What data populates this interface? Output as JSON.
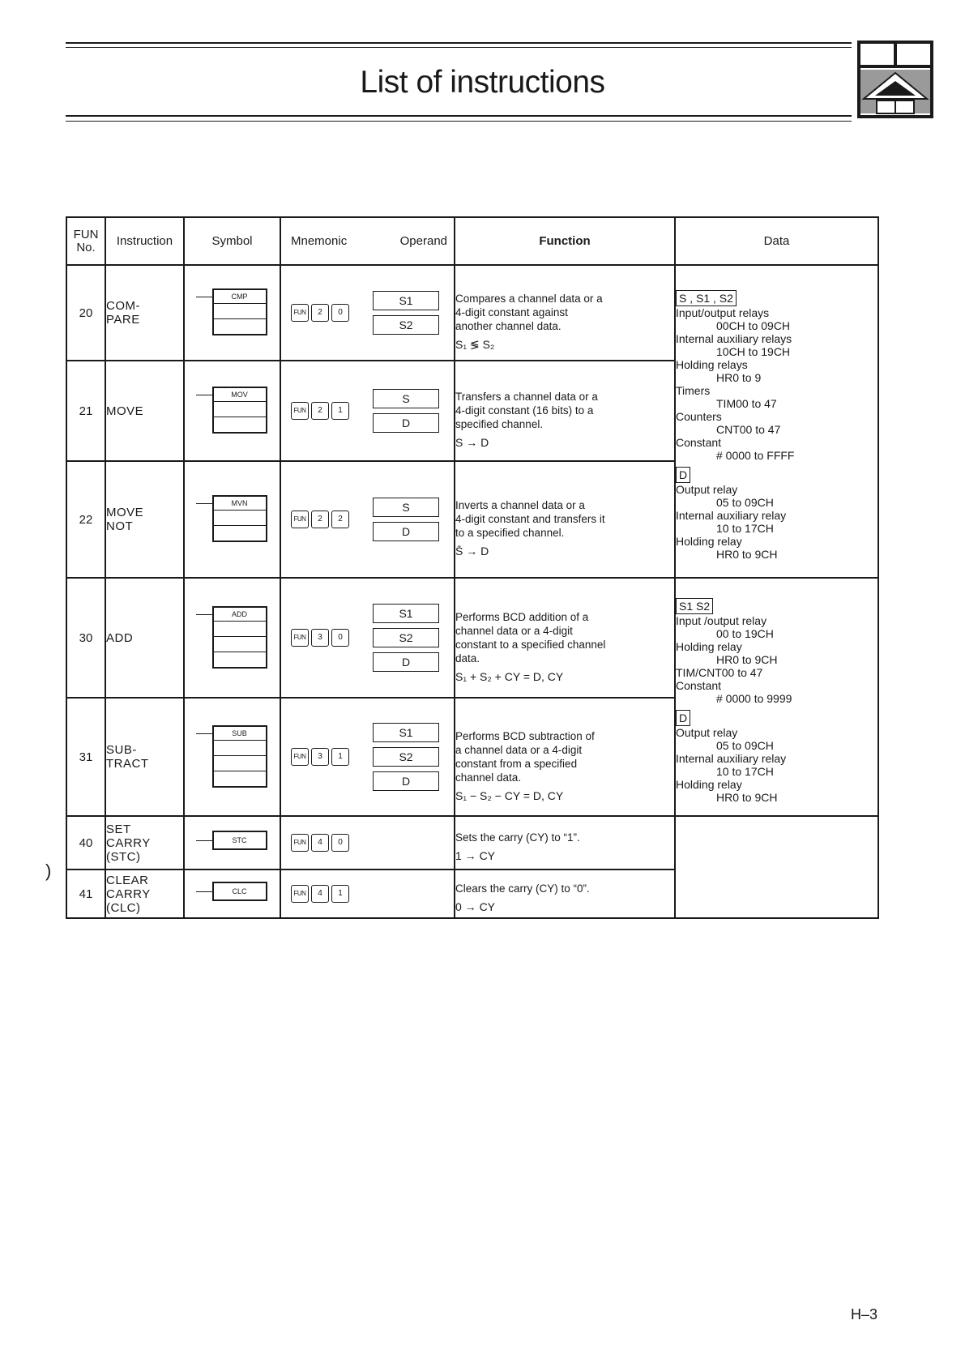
{
  "title": "List of instructions",
  "page_number": "H–3",
  "margin_mark": ")",
  "headers": {
    "fun": "FUN No.",
    "instruction": "Instruction",
    "symbol": "Symbol",
    "mnemonic": "Mnemonic",
    "operand": "Operand",
    "function": "Function",
    "data": "Data"
  },
  "rows": [
    {
      "fun": "20",
      "instruction": "COM-\nPARE",
      "symbol": "CMP",
      "keys": [
        "FUN",
        "2",
        "0"
      ],
      "operands": [
        "S1",
        "S2"
      ],
      "function": "Compares a channel data or a\n4-digit constant against\nanother channel data.",
      "expr": "S₁ ≶ S₂"
    },
    {
      "fun": "21",
      "instruction": "MOVE",
      "symbol": "MOV",
      "keys": [
        "FUN",
        "2",
        "1"
      ],
      "operands": [
        "S",
        "D"
      ],
      "function": "Transfers a channel data or a\n4-digit constant (16 bits) to a\nspecified channel.",
      "expr": "S → D"
    },
    {
      "fun": "22",
      "instruction": "MOVE\nNOT",
      "symbol": "MVN",
      "keys": [
        "FUN",
        "2",
        "2"
      ],
      "operands": [
        "S",
        "D"
      ],
      "function": "Inverts a channel data or a\n4-digit constant and transfers it\nto a specified channel.",
      "expr": "S̄ → D"
    },
    {
      "fun": "30",
      "instruction": "ADD",
      "symbol": "ADD",
      "keys": [
        "FUN",
        "3",
        "0"
      ],
      "operands": [
        "S1",
        "S2",
        "D"
      ],
      "function": "Performs BCD addition of a\nchannel data or a 4-digit\nconstant to a specified channel\ndata.",
      "expr": "S₁ + S₂ + CY = D, CY"
    },
    {
      "fun": "31",
      "instruction": "SUB-\nTRACT",
      "symbol": "SUB",
      "keys": [
        "FUN",
        "3",
        "1"
      ],
      "operands": [
        "S1",
        "S2",
        "D"
      ],
      "function": "Performs BCD subtraction of\na channel data or a 4-digit\nconstant from a specified\nchannel data.",
      "expr": "S₁ − S₂ − CY = D, CY"
    },
    {
      "fun": "40",
      "instruction": "SET\nCARRY\n(STC)",
      "symbol": "STC",
      "keys": [
        "FUN",
        "4",
        "0"
      ],
      "operands": [],
      "function": "Sets the carry (CY) to “1”.",
      "expr": "1 → CY"
    },
    {
      "fun": "41",
      "instruction": "CLEAR\nCARRY\n(CLC)",
      "symbol": "CLC",
      "keys": [
        "FUN",
        "4",
        "1"
      ],
      "operands": [],
      "function": "Clears the carry (CY) to “0”.",
      "expr": "0 → CY"
    }
  ],
  "data_group1": {
    "operands_label": "S , S1 , S2",
    "lines": [
      {
        "text": "Input/output relays",
        "indent": false
      },
      {
        "text": "00CH to 09CH",
        "indent": true
      },
      {
        "text": "Internal auxiliary relays",
        "indent": false
      },
      {
        "text": "10CH to 19CH",
        "indent": true
      },
      {
        "text": "Holding relays",
        "indent": false
      },
      {
        "text": "HR0 to 9",
        "indent": true
      },
      {
        "text": "Timers",
        "indent": false
      },
      {
        "text": "TIM00 to 47",
        "indent": true
      },
      {
        "text": "Counters",
        "indent": false
      },
      {
        "text": "CNT00 to 47",
        "indent": true
      },
      {
        "text": "Constant",
        "indent": false
      },
      {
        "text": "# 0000 to FFFF",
        "indent": true
      }
    ],
    "d_label": "D",
    "d_lines": [
      {
        "text": "Output relay",
        "indent": false
      },
      {
        "text": "05 to 09CH",
        "indent": true
      },
      {
        "text": "Internal auxiliary relay",
        "indent": false
      },
      {
        "text": "10 to 17CH",
        "indent": true
      },
      {
        "text": "Holding relay",
        "indent": false
      },
      {
        "text": "HR0 to 9CH",
        "indent": true
      }
    ]
  },
  "data_group2": {
    "operands_label": "S1   S2",
    "lines": [
      {
        "text": "Input /output relay",
        "indent": false
      },
      {
        "text": "00 to 19CH",
        "indent": true
      },
      {
        "text": "Holding relay",
        "indent": false
      },
      {
        "text": "HR0 to 9CH",
        "indent": true
      },
      {
        "text": "TIM/CNT00 to 47",
        "indent": false
      },
      {
        "text": "Constant",
        "indent": false
      },
      {
        "text": "# 0000 to 9999",
        "indent": true
      }
    ],
    "d_label": "D",
    "d_lines": [
      {
        "text": "Output relay",
        "indent": false
      },
      {
        "text": "05 to 09CH",
        "indent": true
      },
      {
        "text": "Internal auxiliary relay",
        "indent": false
      },
      {
        "text": "10 to 17CH",
        "indent": true
      },
      {
        "text": "Holding relay",
        "indent": false
      },
      {
        "text": "HR0 to 9CH",
        "indent": true
      }
    ]
  }
}
